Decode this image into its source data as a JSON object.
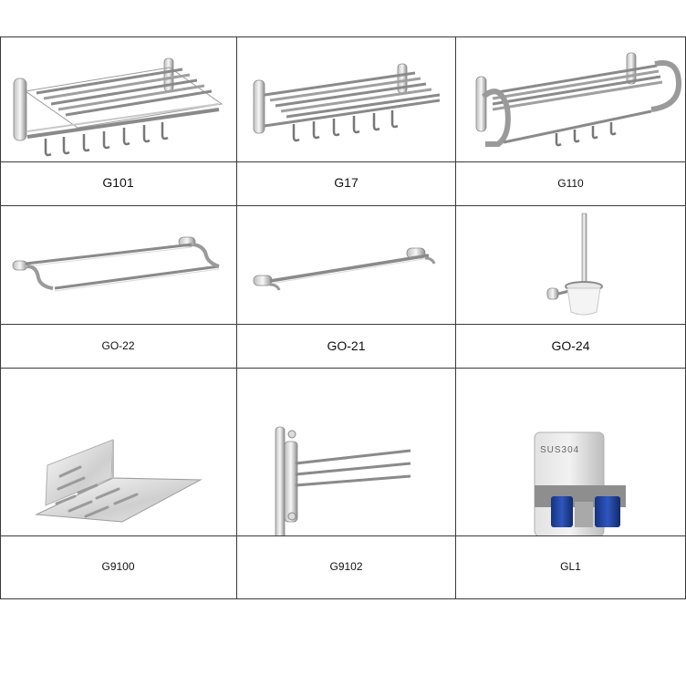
{
  "products": [
    {
      "code": "G101",
      "icon": "folding-towel-rack-with-hooks"
    },
    {
      "code": "G17",
      "icon": "folding-towel-rack-with-hooks"
    },
    {
      "code": "G110",
      "icon": "curved-towel-shelf-with-hooks"
    },
    {
      "code": "GO-22",
      "icon": "double-towel-bar"
    },
    {
      "code": "GO-21",
      "icon": "single-towel-bar"
    },
    {
      "code": "GO-24",
      "icon": "toilet-brush-holder"
    },
    {
      "code": "G9100",
      "icon": "soap-dish"
    },
    {
      "code": "G9102",
      "icon": "swivel-towel-bar"
    },
    {
      "code": "GL1",
      "icon": "mop-holder"
    }
  ],
  "mop_plate_text": "SUS304",
  "colors": {
    "grid_line": "#3a3a3a",
    "label_text": "#111111",
    "mop_clip": "#1d3f9a",
    "background": "#ffffff"
  }
}
